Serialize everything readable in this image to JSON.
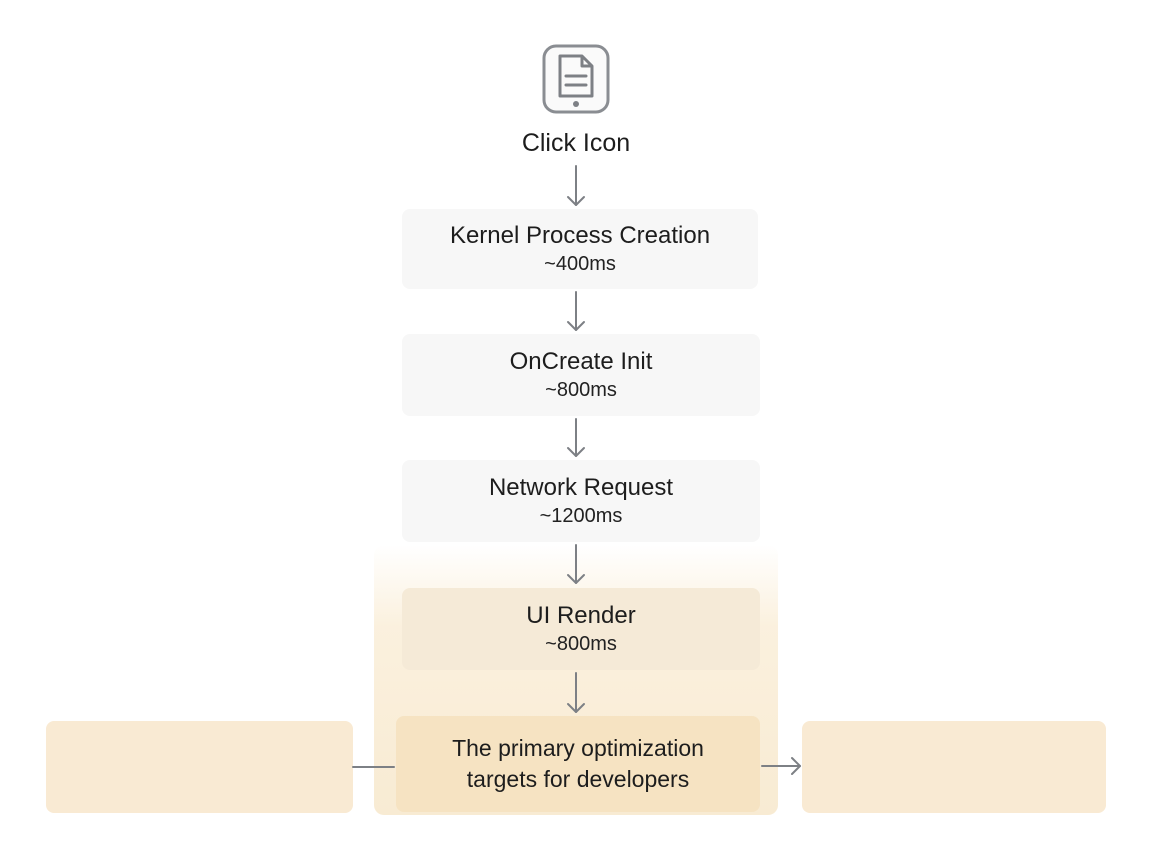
{
  "start": {
    "label": "Click Icon",
    "icon": "document-tablet-icon"
  },
  "steps": [
    {
      "title": "Kernel Process Creation",
      "duration": "~400ms"
    },
    {
      "title": "OnCreate Init",
      "duration": "~800ms"
    },
    {
      "title": "Network Request",
      "duration": "~1200ms"
    },
    {
      "title": "UI Render",
      "duration": "~800ms"
    }
  ],
  "target": {
    "label": "The primary optimization targets for developers"
  },
  "colors": {
    "arrow": "#7d8085",
    "step_fill": "#f7f7f7",
    "highlight": "#f8ebd3",
    "target_fill": "#f6e3c2",
    "side_fill": "#f9ead3"
  }
}
